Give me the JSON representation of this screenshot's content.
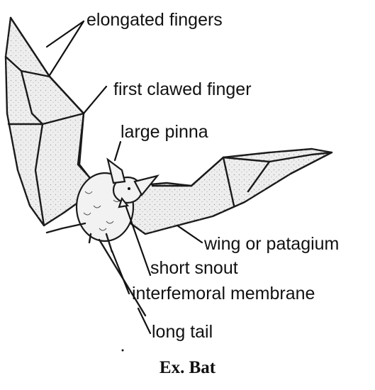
{
  "labels": {
    "elongated_fingers": "elongated fingers",
    "first_clawed_finger": "first clawed finger",
    "large_pinna": "large pinna",
    "wing_or_patagium": "wing or patagium",
    "short_snout": "short snout",
    "interfemoral_membrane": "interfemoral membrane",
    "long_tail": "long tail"
  },
  "caption": "Ex. Bat"
}
